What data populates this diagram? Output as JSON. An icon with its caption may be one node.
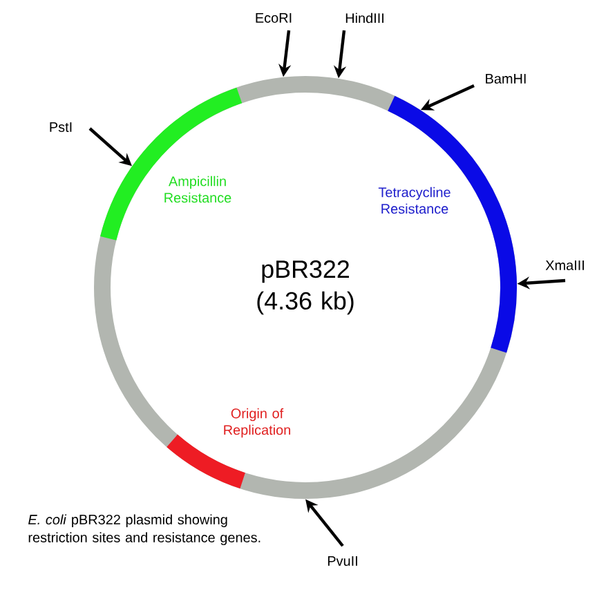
{
  "diagram": {
    "caption": "*E. coli* pBR322 plasmid showing restriction sites and resistance genes.",
    "nodes": [
      {
        "text": [
          "pBR322 (4.36 kb)"
        ]
      },
      {
        "text": [
          "EcoRI"
        ]
      },
      {
        "text": [
          "HindIII"
        ]
      },
      {
        "text": [
          "BamHI"
        ]
      },
      {
        "text": [
          "PstI"
        ]
      },
      {
        "text": [
          "XmaIII"
        ]
      },
      {
        "text": [
          "PvuII"
        ]
      }
    ],
    "edges": [
      {
        "from": 1,
        "to": 0,
        "arrow": "to"
      },
      {
        "from": 2,
        "to": 0,
        "arrow": "to"
      },
      {
        "from": 3,
        "to": 0,
        "arrow": "to"
      },
      {
        "from": 4,
        "to": 0,
        "arrow": "to"
      },
      {
        "from": 5,
        "to": 0,
        "arrow": "to"
      },
      {
        "from": 6,
        "to": 0,
        "arrow": "to"
      }
    ],
    "labels": [
      "Ampicillin Resistance",
      "Tetracycline Resistance",
      "Origin of Replication"
    ]
  }
}
